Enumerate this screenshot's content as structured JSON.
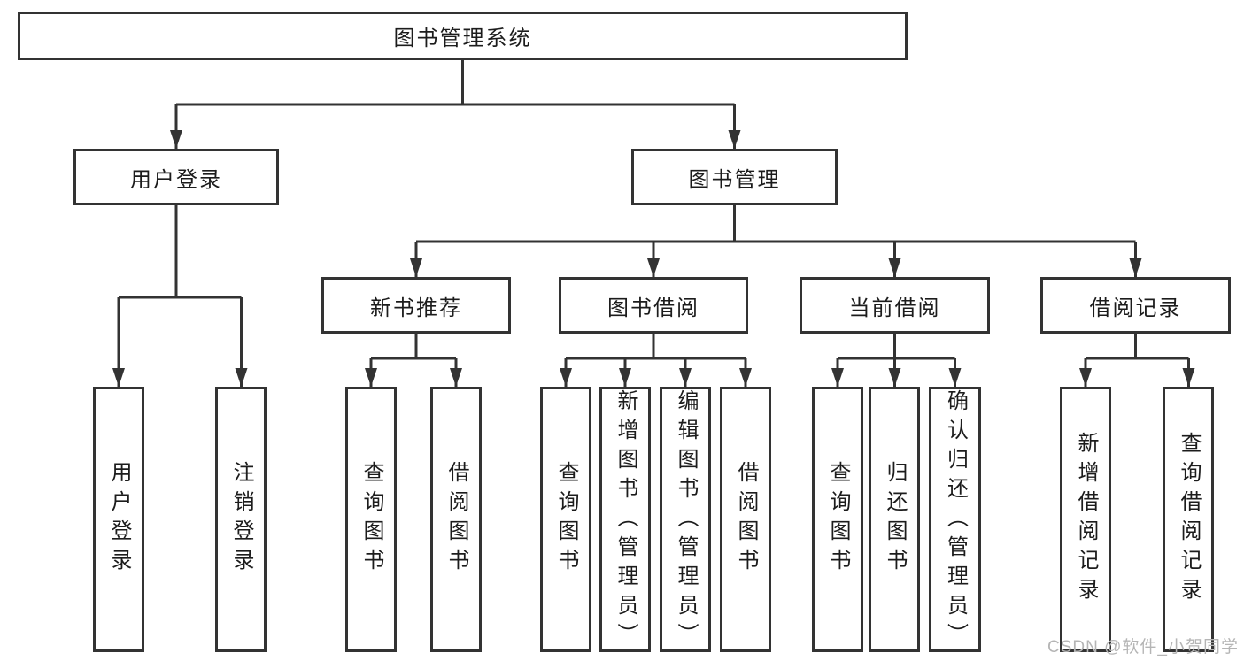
{
  "title": {
    "label": "图书管理系统"
  },
  "branches": {
    "user_login": {
      "label": "用户登录",
      "children": [
        {
          "label": "用户登录"
        },
        {
          "label": "注销登录"
        }
      ]
    },
    "book_mgmt": {
      "label": "图书管理",
      "sections": [
        {
          "label": "新书推荐",
          "children": [
            {
              "label": "查询图书"
            },
            {
              "label": "借阅图书"
            }
          ]
        },
        {
          "label": "图书借阅",
          "children": [
            {
              "label": "查询图书"
            },
            {
              "label": "新增图书（管理员）"
            },
            {
              "label": "编辑图书（管理员）"
            },
            {
              "label": "借阅图书"
            }
          ]
        },
        {
          "label": "当前借阅",
          "children": [
            {
              "label": "查询图书"
            },
            {
              "label": "归还图书"
            },
            {
              "label": "确认归还（管理员）"
            }
          ]
        },
        {
          "label": "借阅记录",
          "children": [
            {
              "label": "新增借阅记录"
            },
            {
              "label": "查询借阅记录"
            }
          ]
        }
      ]
    }
  },
  "watermark": {
    "text": "CSDN @软件_小贺同学"
  },
  "colors": {
    "line": "#333333",
    "box_border": "#333333",
    "text": "#1c1c1c",
    "watermark": "#b5b5b5",
    "background": "#ffffff"
  }
}
